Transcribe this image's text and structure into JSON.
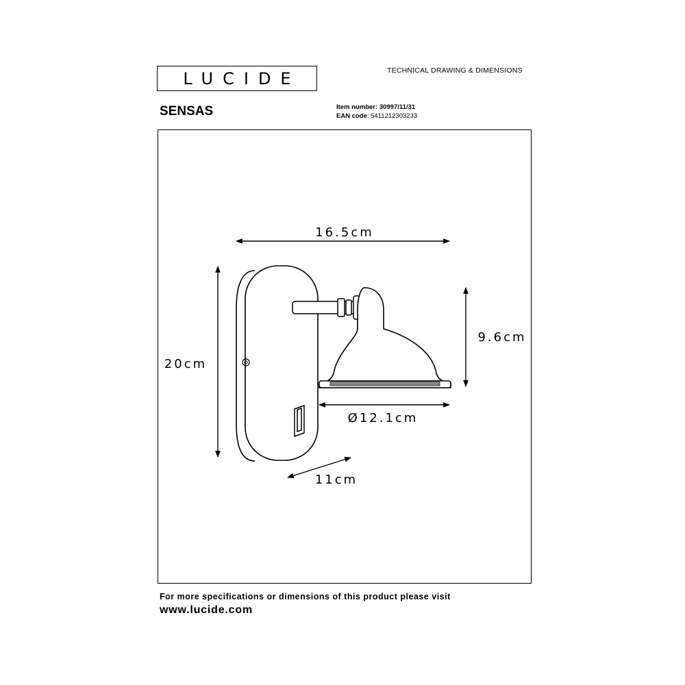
{
  "brand": {
    "logo_text": "LUCIDE"
  },
  "header": {
    "title": "TECHNICAL DRAWING & DIMENSIONS"
  },
  "product": {
    "name": "SENSAS",
    "item_label": "Item number:",
    "item_value": " 30997/11/31",
    "ean_label": "EAN code",
    "ean_value": ": 5411212303233"
  },
  "dimensions": {
    "width": "16.5cm",
    "height": "20cm",
    "shade_height": "9.6cm",
    "shade_diameter": "Ø12.1cm",
    "depth": "11cm"
  },
  "footer": {
    "line": "For more specifications or dimensions of this product please visit",
    "url": "www.lucide.com"
  }
}
